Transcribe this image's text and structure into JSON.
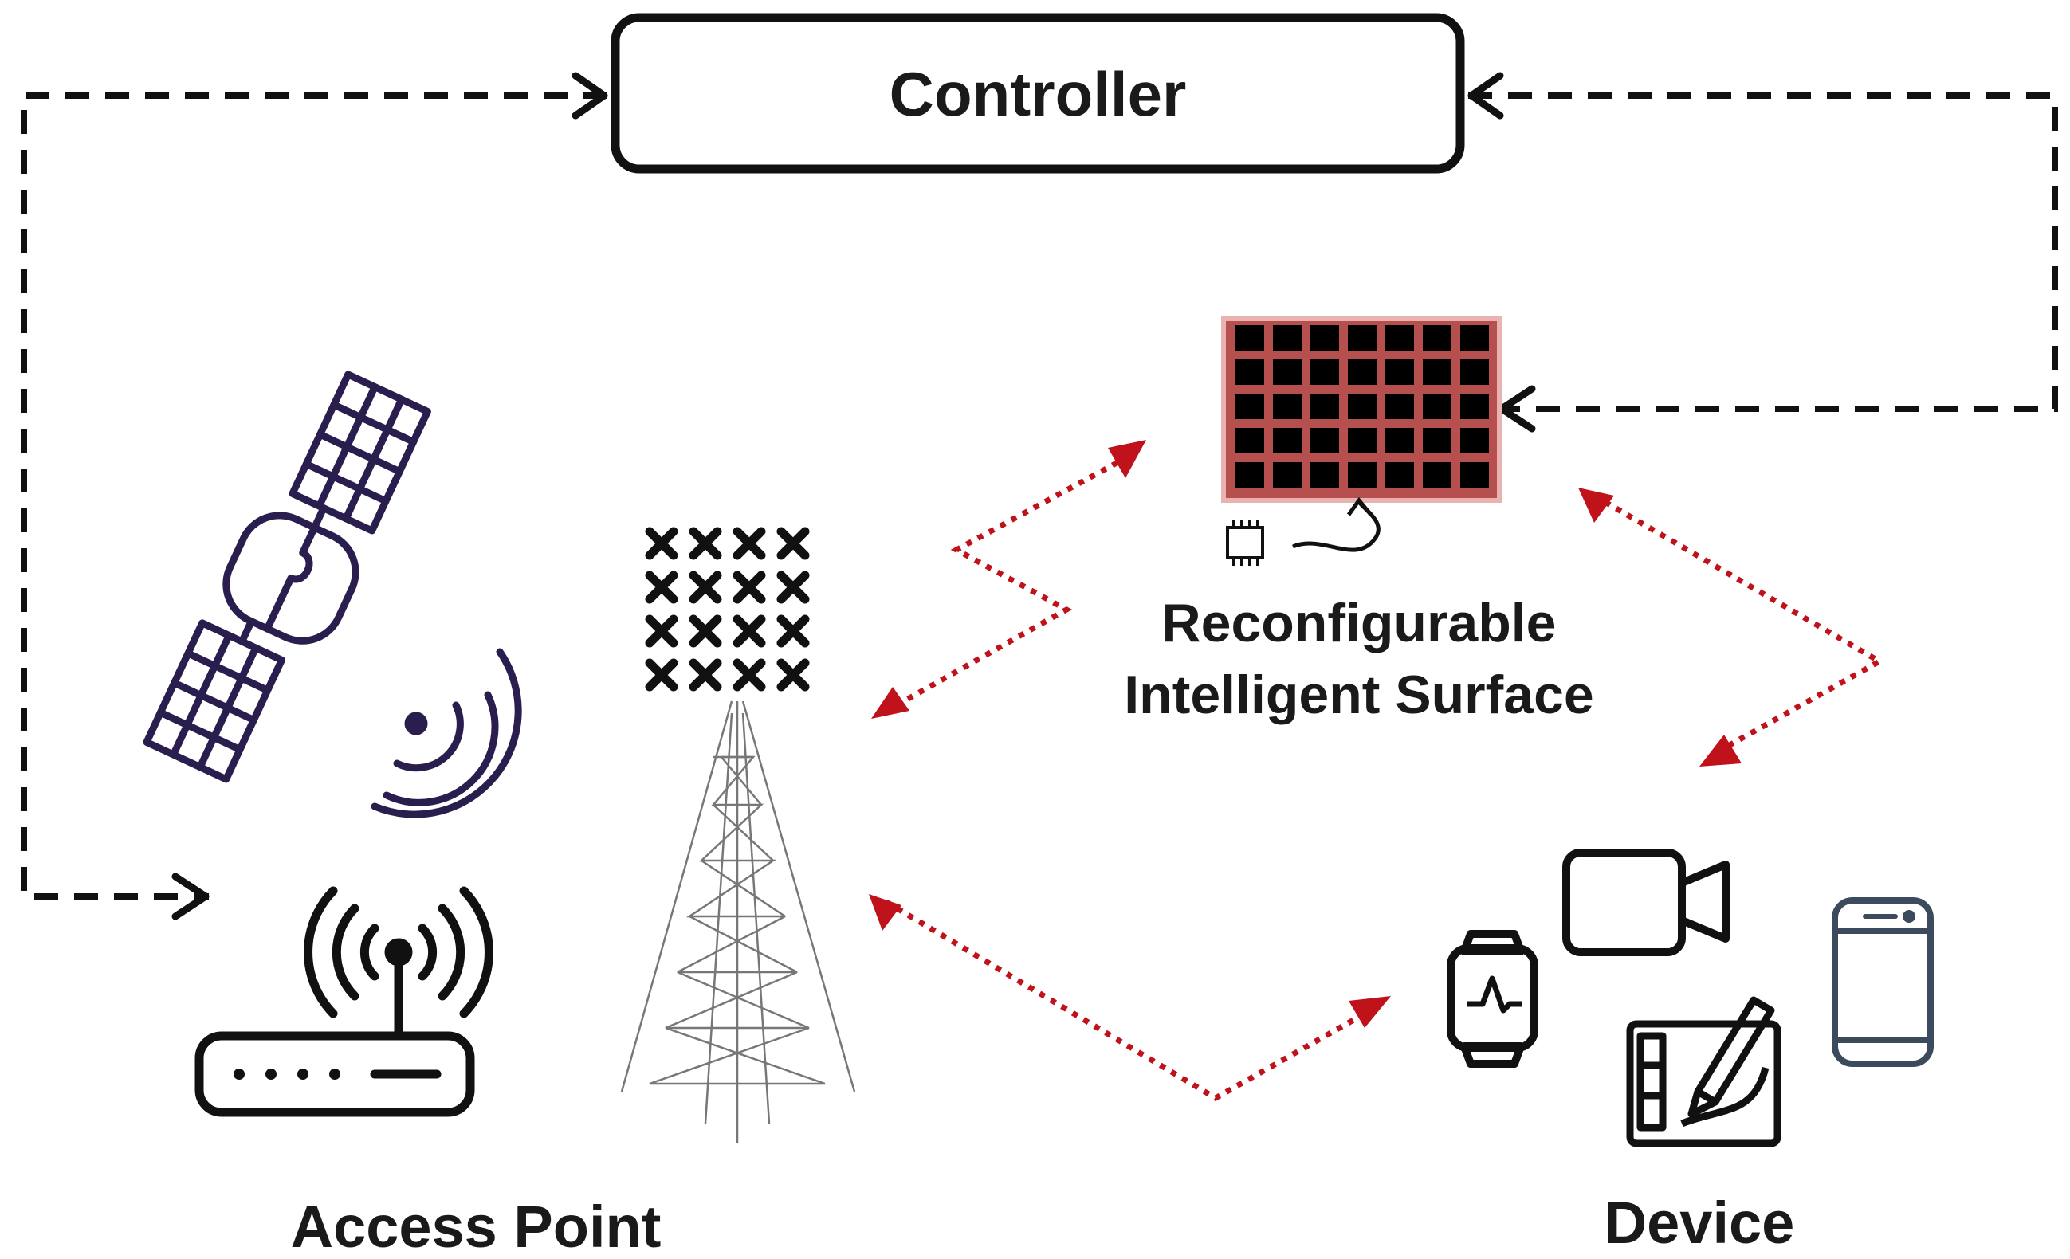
{
  "controller": {
    "label": "Controller"
  },
  "ris": {
    "label_line1": "Reconfigurable",
    "label_line2": "Intelligent Surface",
    "grid_rows": 5,
    "grid_cols": 7
  },
  "access_point": {
    "label": "Access Point",
    "icons": [
      "satellite-icon",
      "wifi-router-icon",
      "cell-tower-icon"
    ]
  },
  "device": {
    "label": "Device",
    "icons": [
      "smartwatch-icon",
      "video-camera-icon",
      "drawing-tablet-icon",
      "smartphone-icon"
    ]
  },
  "colors": {
    "control_link": "#111111",
    "wireless_link": "#c0121a",
    "ris_frame": "#b5504f",
    "ris_border": "#e8b3b0",
    "satellite": "#2a1e4f",
    "phone": "#3b4a5c"
  }
}
